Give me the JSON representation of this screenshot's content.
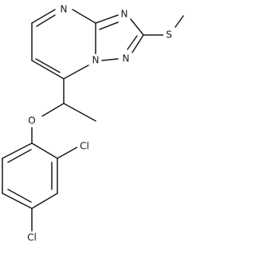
{
  "structure": {
    "atoms": {
      "n_pyrimidine": "N",
      "n_triazole_top": "N",
      "n_triazole_right": "N",
      "n_bridge": "N",
      "s_thioether": "S",
      "o_ether": "O",
      "cl_ortho": "Cl",
      "cl_para": "Cl"
    }
  },
  "colors": {
    "bond": "#1a1a1a",
    "background": "#ffffff"
  }
}
